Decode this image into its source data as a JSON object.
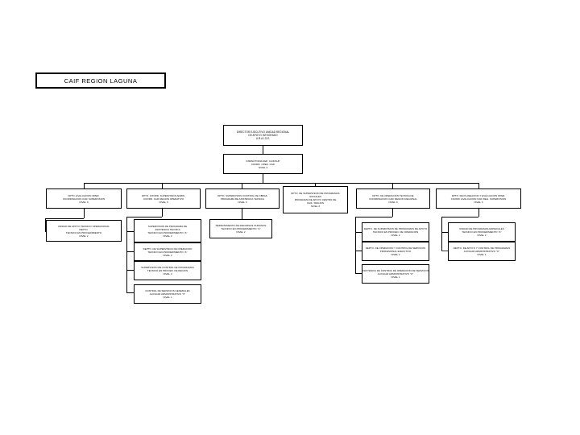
{
  "page": {
    "title": "CAIF REGION LAGUNA",
    "background_color": "#ffffff",
    "line_color": "#000000",
    "box_fill": "#ffffff"
  },
  "chart_data": {
    "type": "diagram",
    "diagram_kind": "organizational-chart",
    "orientation": "top-down",
    "title": "CAIF REGION LAGUNA",
    "node_count": 19
  },
  "nodes": {
    "root": {
      "lines": [
        "DIRECTOR EJECUTIVO UNIDAD REGIONAL",
        "DE APOYO INTEGRADO",
        "U.R.A.I.D.E."
      ]
    },
    "subroot": {
      "lines": [
        "INSPECTORIA DEP. CAIF/SUP",
        "COORD. OPER. CAIF",
        "NIVEL 4"
      ]
    },
    "col1": {
      "lines": [
        "DPTO. EVALUACION OPER.",
        "COORDINACION CAIF SUPERVISION",
        "NIVEL 3"
      ]
    },
    "col2": {
      "lines": [
        "DPTO. COORD. SUPERVISION ADMIN.",
        "COORD. CAIF REGION OPERATIVO",
        "NIVEL 3"
      ]
    },
    "col3": {
      "lines": [
        "DPTO. SUPERVISION CONTROL DE OBRAS",
        "PROGRAMA DE ASISTENCIA TECNICA",
        "NIVEL 3"
      ]
    },
    "col4": {
      "lines": [
        "DPTO. DE SUPERVISION DE PROGRAMAS",
        "SOCIALES",
        "PROGRAMA DE APOYO CENTRO DE",
        "CAIF / REGION",
        "NIVEL 3"
      ]
    },
    "col5": {
      "lines": [
        "DPTO. DE OPERACION TECNICA DE",
        "COORDINACION CAIF REGION REGIONAL",
        "NIVEL 3"
      ]
    },
    "col6": {
      "lines": [
        "DPTO. DE PLANEACION Y EVALUACION OPER.",
        "COORD. EVALUACION CAIF REG. SUPERVISION",
        "NIVEL 3"
      ]
    },
    "col1_child1": {
      "lines": [
        "UNIDAD DE APOYO TECNICO OPERACIONAL",
        "DEPTO.",
        "TECNICO EN PROCEDIMIENTO",
        "NIVEL 2"
      ]
    },
    "col2_child1": {
      "lines": [
        "SUPERVISION DE PROGRAMA DE",
        "ASISTENCIA TECNICA",
        "TECNICO EN PROCEDIMIENTO \"A\"",
        "NIVEL 2"
      ]
    },
    "col2_child2": {
      "lines": [
        "DEPTO. DE SUPERVISION DE OPERACION",
        "TECNICO EN PROCEDIMIENTO \"A\"",
        "NIVEL 2"
      ]
    },
    "col2_child3": {
      "lines": [
        "SUPERVISION DE CONTROL DE PROGRAMAS",
        "TECNICO EN PROCED. DE REGION",
        "NIVEL 2"
      ]
    },
    "col2_child4": {
      "lines": [
        "CONTROL DE SERVICIOS GENERALES",
        "AUXILIAR ADMINISTRATIVO \"C\"",
        "NIVEL 1"
      ]
    },
    "col3_child1": {
      "lines": [
        "DEPARTAMENTO DE RECURSOS HUMANOS",
        "TECNICO EN PROCEDIMIENTO \"A\"",
        "NIVEL 2"
      ]
    },
    "col5_child1": {
      "lines": [
        "DEPTO. DE SUPERVISION DE PROGRAMAS DE APOYO",
        "TECNICO EN PROCED. DE OPERACION",
        "NIVEL 2"
      ]
    },
    "col5_child2": {
      "lines": [
        "DEPTO. DE OPERACION Y CONTROL DE SERVICIOS",
        "PROFESIONAL EJECUTIVO",
        "NIVEL 2"
      ]
    },
    "col5_child3": {
      "lines": [
        "ASISTENCIA DE CONTROL DE OPERACION DE SERVICIOS",
        "AUXILIAR ADMINISTRATIVO \"C\"",
        "NIVEL 1"
      ]
    },
    "col6_child1": {
      "lines": [
        "UNIDAD DE PROGRAMAS ESPECIALES",
        "TECNICO EN PROCEDIMIENTO \"A\"",
        "NIVEL 2"
      ]
    },
    "col6_child2": {
      "lines": [
        "DEPTO. DE APOYO Y CONTROL DE PROGRAMAS",
        "AUXILIAR ADMINISTRATIVO \"C\"",
        "NIVEL 1"
      ]
    }
  }
}
